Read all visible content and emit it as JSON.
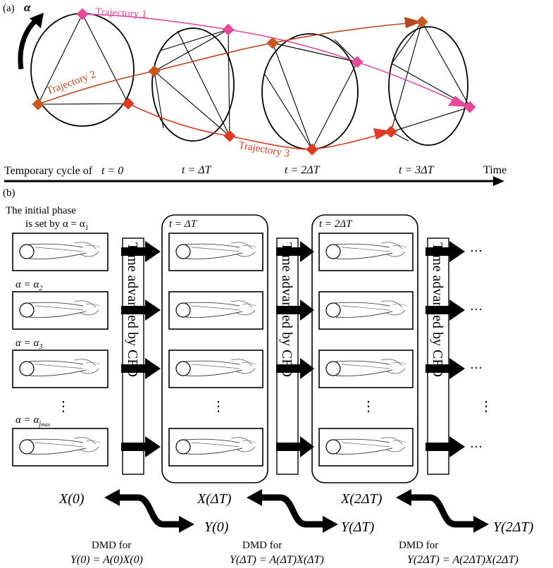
{
  "panel_a": {
    "label": "(a)",
    "alpha": "α",
    "trajectories": [
      {
        "label": "Trajectory 1",
        "color": "#e8489a"
      },
      {
        "label": "Trajectory 2",
        "color": "#b8451f"
      },
      {
        "label": "Trajectory 3",
        "color": "#e03a22"
      }
    ],
    "timeline": {
      "cycle_prefix": "Temporary cycle of",
      "t0": "t = 0",
      "t1": "t = ΔT",
      "t2": "t = 2ΔT",
      "t3": "t = 3ΔT",
      "axis_label": "Time"
    },
    "node_colors": {
      "pink": "#e8489a",
      "brown": "#c8581e",
      "red": "#e03a22"
    }
  },
  "panel_b": {
    "label": "(b)",
    "initial_phase_line1": "The initial phase",
    "initial_phase_line2": "is set by α = α",
    "initial_phase_sub": "1",
    "alpha_labels": [
      {
        "main": "α = α",
        "sub": "2"
      },
      {
        "main": "α = α",
        "sub": "3"
      },
      {
        "main": "α = α",
        "sub": "j",
        "subsub": "max"
      }
    ],
    "group_titles": [
      "t = ΔT",
      "t = 2ΔT"
    ],
    "cfd_label": "Time advanced by CFD",
    "ellipsis_v": "⋮",
    "ellipsis_h": "⋯",
    "states": {
      "x0": "X(0)",
      "xdt": "X(ΔT)",
      "x2dt": "X(2ΔT)",
      "y0": "Y(0)",
      "ydt": "Y(ΔT)",
      "y2dt": "Y(2ΔT)"
    },
    "dmd": [
      {
        "title": "DMD for",
        "eq": "Y(0) = A(0)X(0)"
      },
      {
        "title": "DMD for",
        "eq": "Y(ΔT) = A(ΔT)X(ΔT)"
      },
      {
        "title": "DMD for",
        "eq": "Y(2ΔT) = A(2ΔT)X(2ΔT)"
      }
    ]
  }
}
